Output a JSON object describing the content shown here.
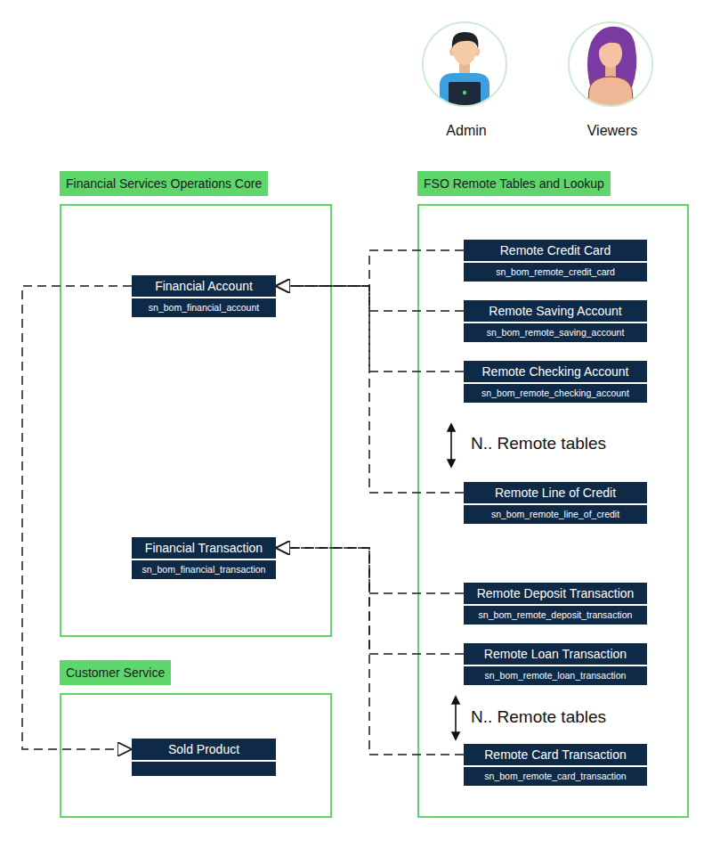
{
  "diagram": {
    "nodes": [
      {
        "text": [
          "Financial Services Operations Core"
        ]
      },
      {
        "text": [
          "Financial Account",
          "sn_bom_financial_account"
        ],
        "in": 0
      },
      {
        "text": [
          "Financial Transaction",
          "sn_bom_financial_transaction"
        ],
        "in": 0
      },
      {
        "text": [
          "FSO Remote Tables and Lookup"
        ]
      },
      {
        "text": [
          "Remote Credit Card",
          "sn_bom_remote_credit_card"
        ],
        "in": 3
      },
      {
        "text": [
          "Remote Saving Account",
          "sn_bom_remote_saving_account"
        ],
        "in": 3
      },
      {
        "text": [
          "Remote Checking Account",
          "sn_bom_remote_checking_account"
        ],
        "in": 3
      },
      {
        "text": [
          "Remote Line of Credit",
          "sn_bom_remote_line_of_credit"
        ],
        "in": 3
      },
      {
        "text": [
          "Remote Deposit Transaction",
          "sn_bom_remote_deposit_transaction"
        ],
        "in": 3
      },
      {
        "text": [
          "Remote Loan Transaction",
          "sn_bom_remote_loan_transaction"
        ],
        "in": 3
      },
      {
        "text": [
          "Remote Card Transaction",
          "sn_bom_remote_card_transaction"
        ],
        "in": 3
      },
      {
        "text": [
          "Customer Service"
        ]
      },
      {
        "text": [
          "Sold Product"
        ],
        "in": 11
      }
    ],
    "edges": [
      {
        "from": 4,
        "to": 1,
        "arrow": "to"
      },
      {
        "from": 5,
        "to": 1,
        "arrow": "to"
      },
      {
        "from": 6,
        "to": 1,
        "arrow": "to"
      },
      {
        "from": 7,
        "to": 1,
        "arrow": "to"
      },
      {
        "from": 8,
        "to": 2,
        "arrow": "to"
      },
      {
        "from": 9,
        "to": 2,
        "arrow": "to"
      },
      {
        "from": 10,
        "to": 2,
        "arrow": "to"
      },
      {
        "from": 1,
        "to": 12,
        "arrow": "to"
      }
    ],
    "labels": [
      "Admin",
      "Viewers",
      "N.. Remote tables",
      "N.. Remote tables"
    ]
  }
}
